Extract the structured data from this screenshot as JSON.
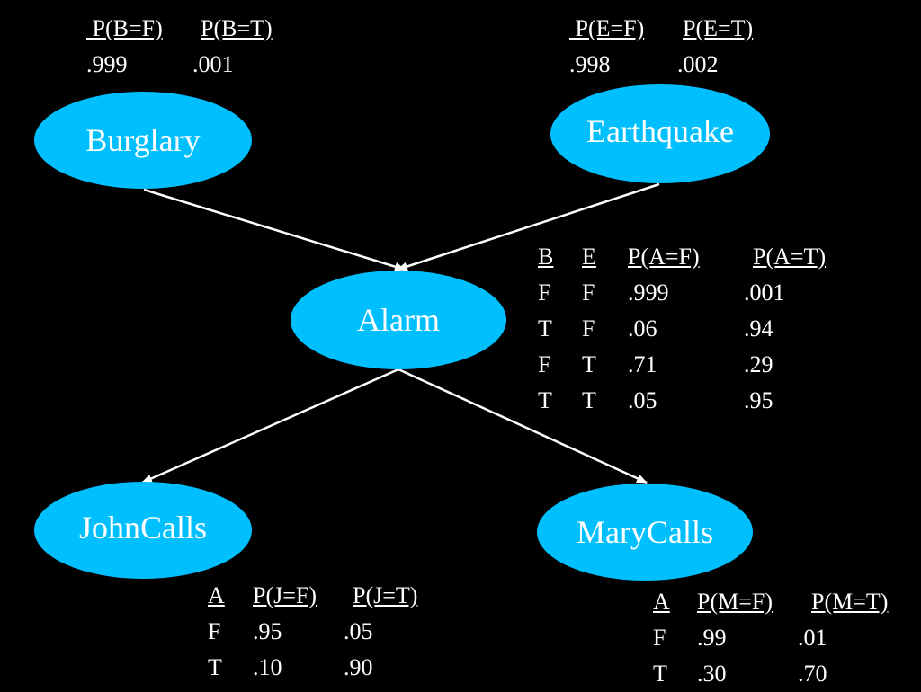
{
  "nodes": {
    "burglary": "Burglary",
    "earthquake": "Earthquake",
    "alarm": "Alarm",
    "johncalls": "JohnCalls",
    "marycalls": "MaryCalls"
  },
  "cpt_burglary": {
    "headers": [
      " P(B=F)",
      "P(B=T)"
    ],
    "rows": [
      [
        ".999",
        ".001"
      ]
    ]
  },
  "cpt_earthquake": {
    "headers": [
      " P(E=F)",
      "P(E=T)"
    ],
    "rows": [
      [
        ".998",
        ".002"
      ]
    ]
  },
  "cpt_alarm": {
    "headers": [
      "B",
      "E",
      "P(A=F)",
      "P(A=T)"
    ],
    "rows": [
      [
        "F",
        "F",
        ".999",
        ".001"
      ],
      [
        "T",
        "F",
        ".06",
        ".94"
      ],
      [
        "F",
        "T",
        ".71",
        ".29"
      ],
      [
        "T",
        "T",
        ".05",
        ".95"
      ]
    ]
  },
  "cpt_john": {
    "headers": [
      "A",
      "P(J=F)",
      "P(J=T)"
    ],
    "rows": [
      [
        "F",
        ".95",
        ".05"
      ],
      [
        "T",
        ".10",
        ".90"
      ]
    ]
  },
  "cpt_mary": {
    "headers": [
      "A",
      "P(M=F)",
      "P(M=T)"
    ],
    "rows": [
      [
        "F",
        ".99",
        ".01"
      ],
      [
        "T",
        ".30",
        ".70"
      ]
    ]
  },
  "colors": {
    "background": "#000000",
    "node_fill": "#00bfff",
    "text": "#ffffff"
  }
}
